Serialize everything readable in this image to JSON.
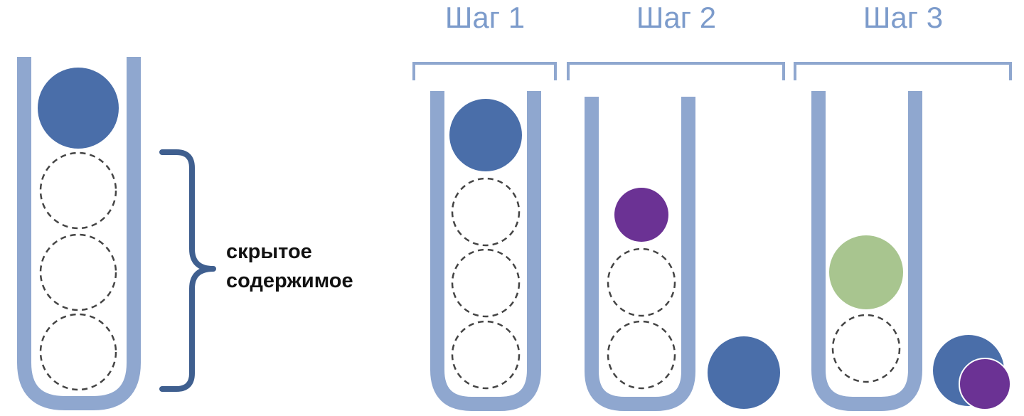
{
  "hidden_content_label": {
    "line1": "скрытое",
    "line2": "содержимое"
  },
  "steps": [
    {
      "title": "Шаг 1"
    },
    {
      "title": "Шаг 2"
    },
    {
      "title": "Шаг 3"
    }
  ],
  "colors": {
    "tube": "#8FA7CF",
    "brace": "#3F5F8F",
    "title": "#7C9BCB",
    "ball_blue": "#4A6EA9",
    "ball_purple": "#6B3294",
    "ball_green": "#A8C58F",
    "empty_slot": "#444444",
    "label": "#111111"
  }
}
